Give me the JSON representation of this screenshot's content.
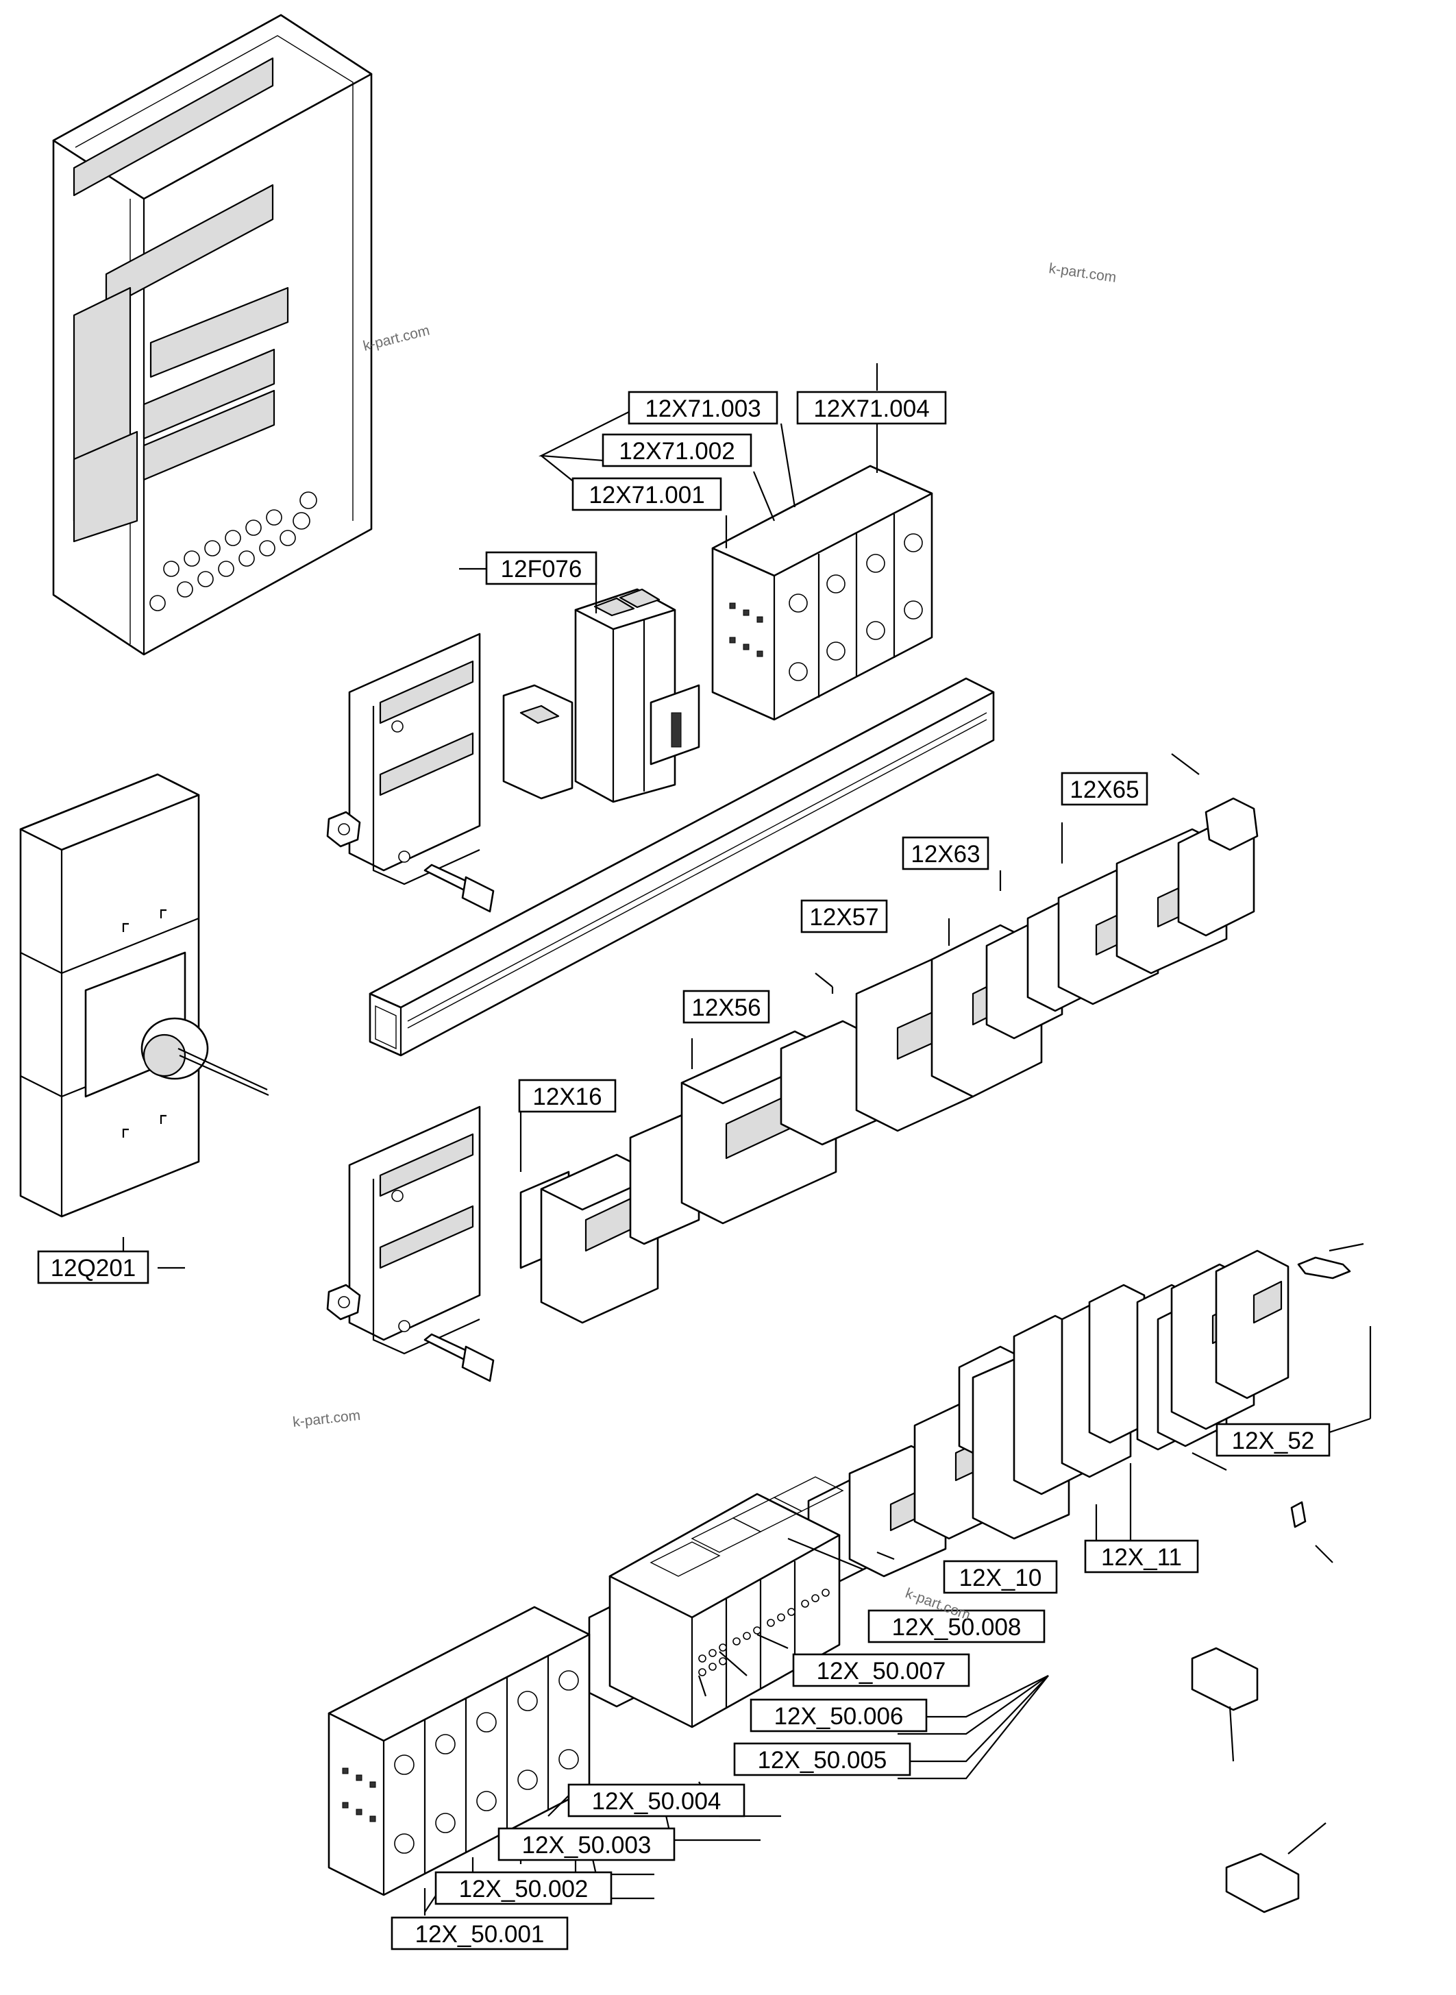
{
  "diagram": {
    "background": "#ffffff",
    "line_color": "#000000",
    "watermark_color": "#6e6e6e",
    "labels": {
      "l_12X71_003": "12X71.003",
      "l_12X71_004": "12X71.004",
      "l_12X71_002": "12X71.002",
      "l_12X71_001": "12X71.001",
      "l_12F076": "12F076",
      "l_12X65": "12X65",
      "l_12X63": "12X63",
      "l_12X57": "12X57",
      "l_12X56": "12X56",
      "l_12X16": "12X16",
      "l_12Q201": "12Q201",
      "l_12X_52": "12X_52",
      "l_12X_11": "12X_11",
      "l_12X_10": "12X_10",
      "l_12X_50_008": "12X_50.008",
      "l_12X_50_007": "12X_50.007",
      "l_12X_50_006": "12X_50.006",
      "l_12X_50_005": "12X_50.005",
      "l_12X_50_004": "12X_50.004",
      "l_12X_50_003": "12X_50.003",
      "l_12X_50_002": "12X_50.002",
      "l_12X_50_001": "12X_50.001"
    },
    "watermarks": [
      "k-part.com",
      "k-part.com",
      "k-part.com",
      "k-part.com"
    ]
  }
}
